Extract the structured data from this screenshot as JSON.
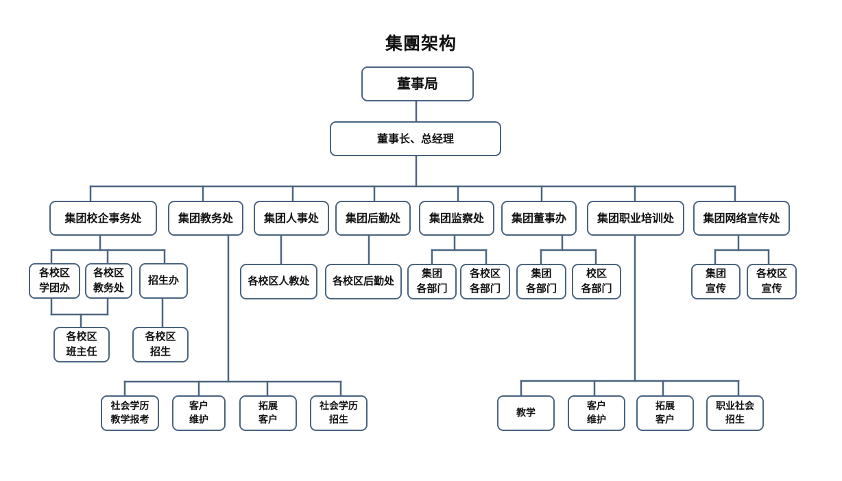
{
  "title": "集團架构",
  "colors": {
    "border": "#4a6480",
    "line": "#4a6480",
    "text": "#111111",
    "background": "#ffffff"
  },
  "nodes": {
    "board": [
      "董事局"
    ],
    "chairman": [
      "董事长、总经理"
    ],
    "dept_school_enterprise": [
      "集团校企事务处"
    ],
    "dept_academic": [
      "集团教务处"
    ],
    "dept_hr": [
      "集团人事处"
    ],
    "dept_logistics": [
      "集团后勤处"
    ],
    "dept_supervision": [
      "集团监察处"
    ],
    "dept_board_office": [
      "集团董事办"
    ],
    "dept_vocational": [
      "集团职业培训处"
    ],
    "dept_network_pr": [
      "集团网络宣传处"
    ],
    "campus_student_office": [
      "各校区",
      "学团办"
    ],
    "campus_academic_office": [
      "各校区",
      "教务处"
    ],
    "enrollment_office": [
      "招生办"
    ],
    "campus_head_teacher": [
      "各校区",
      "班主任"
    ],
    "campus_enrollment": [
      "各校区",
      "招生"
    ],
    "campus_hr": [
      "各校区人教处"
    ],
    "campus_logistics": [
      "各校区后勤处"
    ],
    "supervision_group_depts": [
      "集团",
      "各部门"
    ],
    "supervision_campus_depts": [
      "各校区",
      "各部门"
    ],
    "board_group_depts": [
      "集团",
      "各部门"
    ],
    "board_campus_depts": [
      "校区",
      "各部门"
    ],
    "pr_group": [
      "集团",
      "宣传"
    ],
    "pr_campus": [
      "各校区",
      "宣传"
    ],
    "acad_social_exam": [
      "社会学历",
      "教学报考"
    ],
    "acad_client_maint": [
      "客户",
      "维护"
    ],
    "acad_expand_client": [
      "拓展",
      "客户"
    ],
    "acad_social_enroll": [
      "社会学历",
      "招生"
    ],
    "voc_teaching": [
      "教学"
    ],
    "voc_client_maint": [
      "客户",
      "维护"
    ],
    "voc_expand_client": [
      "拓展",
      "客户"
    ],
    "voc_social_enroll": [
      "职业社会",
      "招生"
    ]
  }
}
